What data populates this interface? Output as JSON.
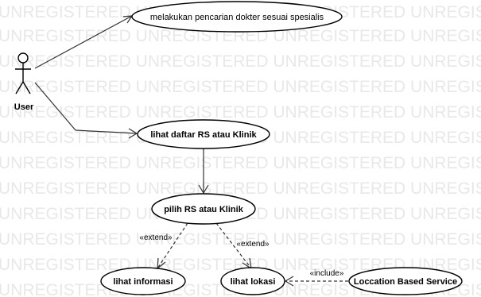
{
  "watermark": {
    "text": "UNREGISTERED UNREGISTERED UNREGISTERED UNREGISTERED UNREGISTERED",
    "color": "#e8e8e8"
  },
  "actor": {
    "name": "User"
  },
  "use_cases": {
    "cari_dokter": "melakukan pencarian dokter sesuai spesialis",
    "lihat_daftar": "lihat daftar RS atau Klinik",
    "pilih_rs": "pilih RS atau Klinik",
    "lihat_informasi": "lihat informasi",
    "lihat_lokasi": "lihat lokasi",
    "lbs": "Loccation Based Service"
  },
  "relations": {
    "extend_1": "«extend»",
    "extend_2": "«extend»",
    "include_1": "«include»"
  }
}
